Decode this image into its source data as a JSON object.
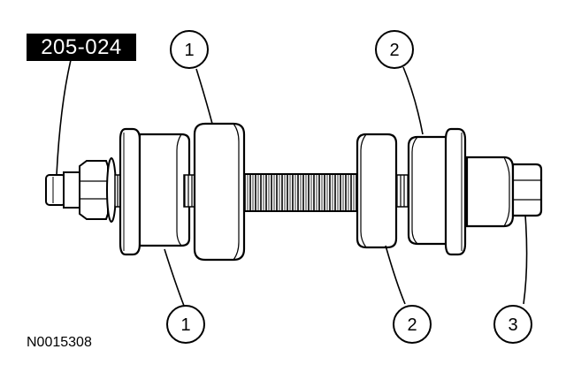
{
  "tool_number": "205-024",
  "figure_id": "N0015308",
  "callouts": [
    {
      "label": "1"
    },
    {
      "label": "2"
    },
    {
      "label": "1"
    },
    {
      "label": "2"
    },
    {
      "label": "3"
    }
  ]
}
